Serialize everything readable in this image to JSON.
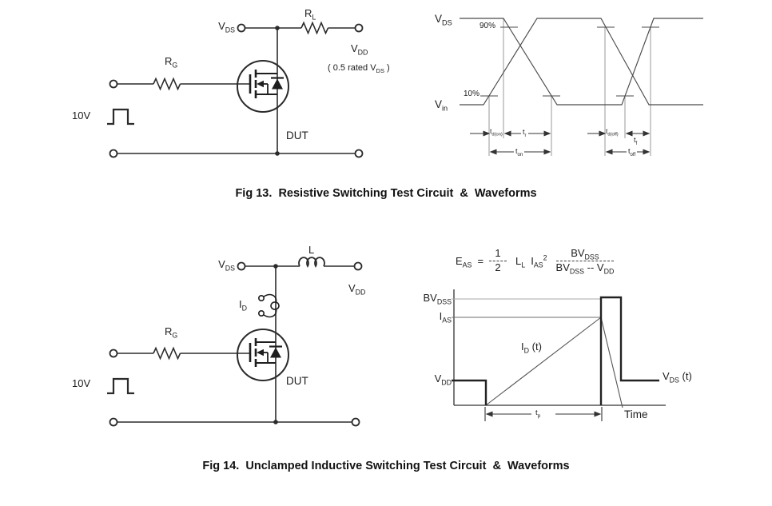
{
  "colors": {
    "wire": "#2b2b2b",
    "trace": "#4a4a4a",
    "guide": "#8f8f8f",
    "thick": "#222222",
    "text": "#202020"
  },
  "fig13": {
    "caption": "Fig 13.  Resistive Switching Test Circuit  &  Waveforms",
    "circuit": {
      "vds": {
        "base": "V",
        "sub": "DS"
      },
      "rl": {
        "base": "R",
        "sub": "L"
      },
      "vdd": {
        "base": "V",
        "sub": "DD"
      },
      "vdd_note": {
        "pre": "( 0.5 rated V",
        "sub": "DS",
        "post": " )"
      },
      "rg": {
        "base": "R",
        "sub": "G"
      },
      "pulse": "10V",
      "dut": "DUT"
    },
    "waveform": {
      "vds": {
        "base": "V",
        "sub": "DS"
      },
      "vin": {
        "base": "V",
        "sub": "in"
      },
      "p90": "90%",
      "p10": "10%",
      "td_on": {
        "base": "t",
        "sub": "d(on)"
      },
      "tr": {
        "base": "t",
        "sub": "r"
      },
      "ton": {
        "base": "t",
        "sub": "on"
      },
      "td_off": {
        "base": "t",
        "sub": "d(off)"
      },
      "tf": {
        "base": "t",
        "sub": "f"
      },
      "toff": {
        "base": "t",
        "sub": "off"
      }
    }
  },
  "fig14": {
    "caption": "Fig 14.  Unclamped Inductive Switching Test Circuit  &  Waveforms",
    "circuit": {
      "vds": {
        "base": "V",
        "sub": "DS"
      },
      "l": "L",
      "vdd": {
        "base": "V",
        "sub": "DD"
      },
      "id": {
        "base": "I",
        "sub": "D"
      },
      "rg": {
        "base": "R",
        "sub": "G"
      },
      "pulse": "10V",
      "dut": "DUT"
    },
    "equation": {
      "lhs": {
        "base": "E",
        "sub": "AS"
      },
      "equals": "=",
      "frac1": {
        "num": "1",
        "den": "2"
      },
      "l_term": {
        "base": "L",
        "sub": "L"
      },
      "i_term": {
        "base": "I",
        "sub": "AS",
        "sup": "2"
      },
      "frac2_num": {
        "base": "BV",
        "sub": "DSS"
      },
      "frac2_den": {
        "b1": "BV",
        "s1": "DSS",
        "mid": " -- V",
        "s2": "DD"
      }
    },
    "waveform": {
      "bvdss": {
        "base": "BV",
        "sub": "DSS"
      },
      "ias": {
        "base": "I",
        "sub": "AS"
      },
      "vdd": {
        "base": "V",
        "sub": "DD"
      },
      "id_t": {
        "base": "I",
        "sub": "D",
        "post": " (t)"
      },
      "vds_t": {
        "base": "V",
        "sub": "DS",
        "post": " (t)"
      },
      "tp": {
        "base": "t",
        "sub": "p"
      },
      "time": "Time"
    }
  }
}
